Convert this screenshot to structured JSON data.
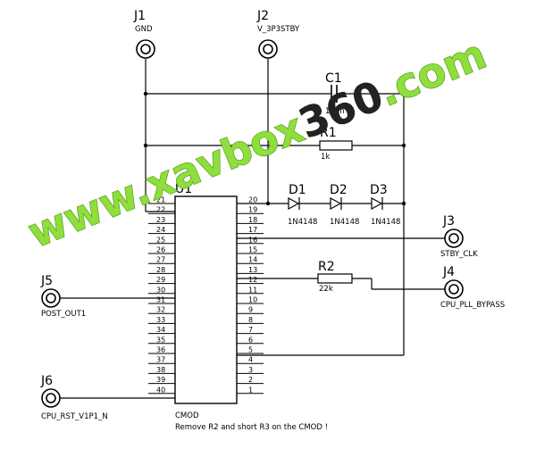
{
  "watermark": {
    "prefix": "www.xavbox",
    "number": "360",
    "suffix": ".com"
  },
  "connectors": [
    {
      "ref": "J1",
      "net": "GND"
    },
    {
      "ref": "J2",
      "net": "V_3P3STBY"
    },
    {
      "ref": "J3",
      "net": "STBY_CLK"
    },
    {
      "ref": "J4",
      "net": "CPU_PLL_BYPASS"
    },
    {
      "ref": "J5",
      "net": "POST_OUT1"
    },
    {
      "ref": "J6",
      "net": "CPU_RST_V1P1_N"
    }
  ],
  "capacitor": {
    "ref": "C1",
    "value": "100n"
  },
  "resistors": [
    {
      "ref": "R1",
      "value": "1k"
    },
    {
      "ref": "R2",
      "value": "22k"
    }
  ],
  "diodes": [
    {
      "ref": "D1",
      "value": "1N4148"
    },
    {
      "ref": "D2",
      "value": "1N4148"
    },
    {
      "ref": "D3",
      "value": "1N4148"
    }
  ],
  "ic": {
    "ref": "U1",
    "name": "CMOD",
    "left_pins": [
      "21",
      "22",
      "23",
      "24",
      "25",
      "26",
      "27",
      "28",
      "29",
      "30",
      "31",
      "32",
      "33",
      "34",
      "35",
      "36",
      "37",
      "38",
      "39",
      "40"
    ],
    "right_pins": [
      "20",
      "19",
      "18",
      "17",
      "16",
      "15",
      "14",
      "13",
      "12",
      "11",
      "10",
      "9",
      "8",
      "7",
      "6",
      "5",
      "4",
      "3",
      "2",
      "1"
    ]
  },
  "note": "Remove R2 and short R3 on the CMOD !",
  "colors": {
    "wire": "#000000",
    "watermark": "#8ede3c"
  }
}
